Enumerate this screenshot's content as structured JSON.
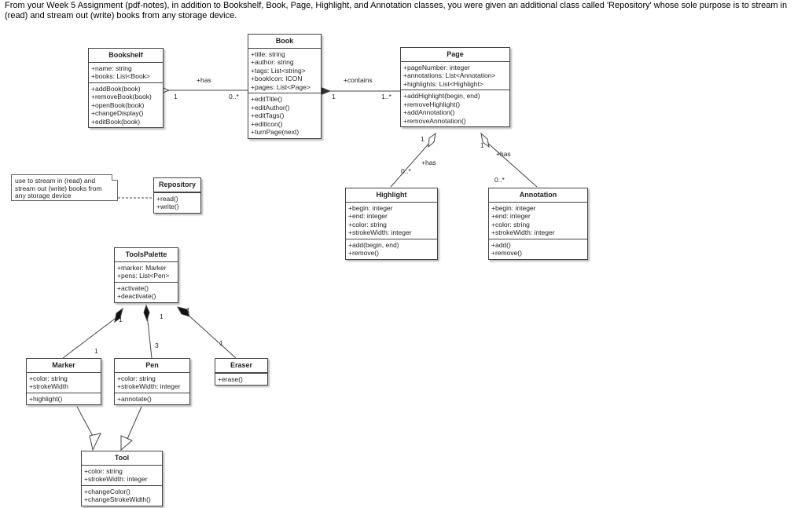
{
  "intro": "From your Week 5 Assignment (pdf-notes), in addition to Bookshelf, Book, Page, Highlight, and Annotation classes, you were given an additional class called 'Repository' whose sole purpose is to stream in (read) and stream out (write) books from any storage device.",
  "note": "use to stream in (read) and stream out (write) books from any storage device",
  "classes": {
    "bookshelf": {
      "name": "Bookshelf",
      "attrs": [
        "+name: string",
        "+books: List<Book>"
      ],
      "ops": [
        "+addBook(book)",
        "+removeBook(book)",
        "+openBook(book)",
        "+changeDisplay()",
        "+editBook(book)"
      ]
    },
    "book": {
      "name": "Book",
      "attrs": [
        "+title: string",
        "+author: string",
        "+tags: List<string>",
        "+bookIcon: ICON",
        "+pages: List<Page>"
      ],
      "ops": [
        "+editTitle()",
        "+editAuthor()",
        "+editTags()",
        "+editIcon()",
        "+turnPage(next)"
      ]
    },
    "page": {
      "name": "Page",
      "attrs": [
        "+pageNumber: integer",
        "+annotations: List<Annotation>",
        "+highlights: List<Highlight>"
      ],
      "ops": [
        "+addHighlight(begin, end)",
        "+removeHighlight()",
        "+addAnnotation()",
        "+removeAnnotation()"
      ]
    },
    "repository": {
      "name": "Repository",
      "attrs": [],
      "ops": [
        "+read()",
        "+write()"
      ]
    },
    "highlight": {
      "name": "Highlight",
      "attrs": [
        "+begin: integer",
        "+end: integer",
        "+color: string",
        "+strokeWidth: integer"
      ],
      "ops": [
        "+add(begin, end)",
        "+remove()"
      ]
    },
    "annotation": {
      "name": "Annotation",
      "attrs": [
        "+begin: integer",
        "+end: integer",
        "+color: string",
        "+strokeWidth: integer"
      ],
      "ops": [
        "+add()",
        "+remove()"
      ]
    },
    "toolspalette": {
      "name": "ToolsPalette",
      "attrs": [
        "+marker: Marker",
        "+pens: List<Pen>"
      ],
      "ops": [
        "+activate()",
        "+deactivate()"
      ]
    },
    "marker": {
      "name": "Marker",
      "attrs": [
        "+color: string",
        "+strokeWidth"
      ],
      "ops": [
        "+highlight()"
      ]
    },
    "pen": {
      "name": "Pen",
      "attrs": [
        "+color: string",
        "+strokeWidth: integer"
      ],
      "ops": [
        "+annotate()"
      ]
    },
    "eraser": {
      "name": "Eraser",
      "attrs": [],
      "ops": [
        "+erase()"
      ]
    },
    "tool": {
      "name": "Tool",
      "attrs": [
        "+color: string",
        "+strokeWidth: integer"
      ],
      "ops": [
        "+changeColor()",
        "+changeStrokeWidth()"
      ]
    }
  },
  "labels": {
    "has1": "+has",
    "one_a": "1",
    "many_a": "0..*",
    "contains": "+contains",
    "one_b": "1",
    "many_b": "1..*",
    "one_c": "1",
    "many_c": "0..*",
    "has2": "+has",
    "one_d": "1",
    "many_d": "0..*",
    "has3": "+has",
    "tp_one_1": "1",
    "tp_one_2": "1",
    "tp_one_3": "1",
    "marker_one": "1",
    "pen_three": "3",
    "eraser_one": "1"
  }
}
